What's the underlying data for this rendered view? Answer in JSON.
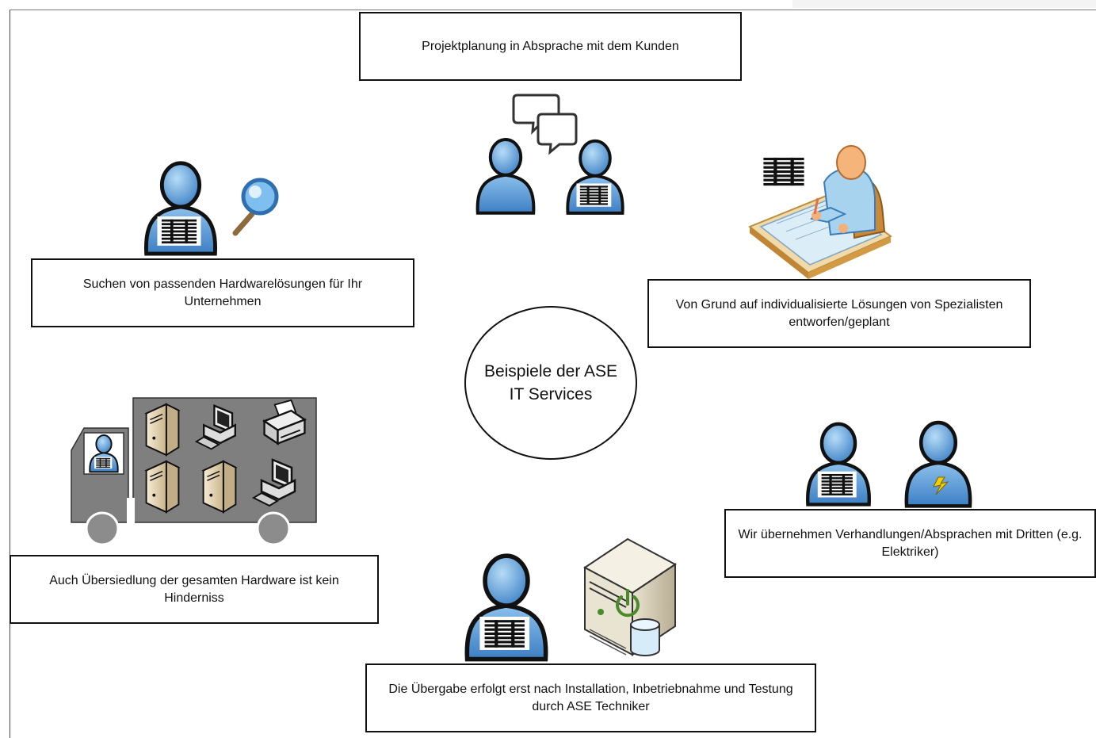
{
  "center": {
    "label": "Beispiele der ASE IT Services"
  },
  "boxes": {
    "planning": "Projektplanung in Absprache mit dem Kunden",
    "search": "Suchen von passenden Hardwarelösungen für Ihr Unternehmen",
    "design": "Von Grund auf individualisierte Lösungen von Spezialisten entworfen/geplant",
    "relocation": "Auch Übersiedlung der gesamten Hardware ist kein Hinderniss",
    "negotiation": "Wir übernehmen Verhandlungen/Absprachen mit Dritten (e.g. Elektriker)",
    "handover": "Die Übergabe erfolgt erst nach Installation, Inbetriebnahme und Testung durch ASE Techniker"
  },
  "icons": {
    "planning": [
      "speech-bubbles-icon",
      "customer-icon",
      "ase-technician-icon"
    ],
    "search": [
      "ase-technician-icon",
      "magnifier-icon"
    ],
    "design": [
      "ase-logo-icon",
      "designer-at-drafting-table-icon"
    ],
    "relocation": [
      "truck-icon",
      "driver-icon",
      "server-tower-icon",
      "workstation-icon",
      "printer-icon"
    ],
    "negotiation": [
      "ase-technician-icon",
      "electrician-icon"
    ],
    "handover": [
      "ase-technician-icon",
      "server-power-database-icon"
    ]
  },
  "colors": {
    "person_fill": "#5b9bd5",
    "person_outline": "#111111",
    "truck_body": "#7f7f7f",
    "box_border": "#111111",
    "power_green": "#4a8a2a",
    "bolt_yellow": "#f5d000",
    "pencil_orange": "#e8703a"
  }
}
